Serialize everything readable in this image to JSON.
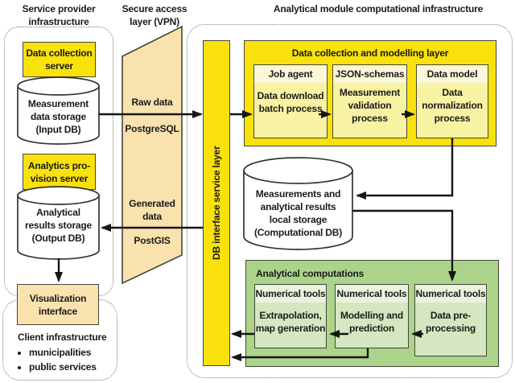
{
  "titles": {
    "service_provider": "Service provider\ninfrastructure",
    "secure_access": "Secure access\nlayer (VPN)",
    "analytical_module": "Analytical module computational infrastructure"
  },
  "colors": {
    "bright_yellow": "#f9e20c",
    "pale_yellow": "#f8f3a2",
    "pale_yellow_header": "#fbf8d9",
    "tan": "#fae2ae",
    "green": "#abd48a",
    "pale_green": "#d5e7c0",
    "pale_green_header": "#e9f2de"
  },
  "left_column": {
    "data_collection_server": "Data collection\nserver",
    "input_db": "Measurement\ndata storage\n(Input DB)",
    "analytics_server": "Analytics pro-\nvision server",
    "output_db": "Analytical\nresults storage\n(Output DB)",
    "visualization_interface": "Visualization\ninterface",
    "client": {
      "title": "Client infrastructure",
      "items": [
        "municipalities",
        "public services"
      ]
    }
  },
  "vpn": {
    "raw_data": "Raw data",
    "raw_db": "PostgreSQL",
    "generated_data": "Generated\ndata",
    "generated_db": "PostGIS"
  },
  "right": {
    "db_interface": "DB interface service layer",
    "modelling_layer": {
      "title": "Data collection and modelling layer",
      "boxes": [
        {
          "header": "Job agent",
          "body": "Data download\nbatch process"
        },
        {
          "header": "JSON-schemas",
          "body": "Measurement\nvalidation\nprocess"
        },
        {
          "header": "Data model",
          "body": "Data\nnormalization\nprocess"
        }
      ]
    },
    "computational_db": "Measurements and\nanalytical results\nlocal storage\n(Computational DB)",
    "analytical_computations": {
      "title": "Analytical computations",
      "boxes": [
        {
          "header": "Numerical tools",
          "body": "Extrapolation,\nmap generation"
        },
        {
          "header": "Numerical tools",
          "body": "Modelling and\nprediction"
        },
        {
          "header": "Numerical tools",
          "body": "Data pre-\nprocessing"
        }
      ]
    }
  }
}
